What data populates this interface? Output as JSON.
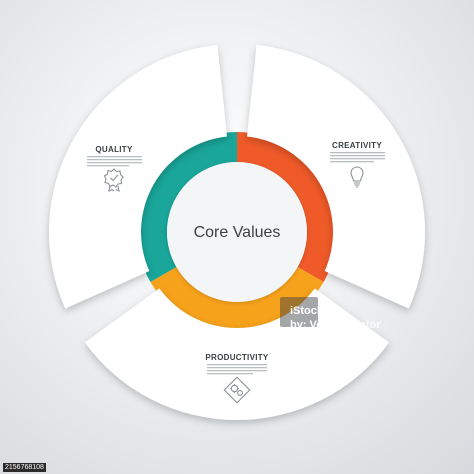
{
  "diagram": {
    "center_label": "Core Values",
    "segments": [
      {
        "id": "creativity",
        "title": "CREATIVITY",
        "icon": "lightbulb-icon",
        "color": "#f05a28"
      },
      {
        "id": "productivity",
        "title": "PRODUCTIVITY",
        "icon": "gears-icon",
        "color": "#f7a21b"
      },
      {
        "id": "quality",
        "title": "QUALITY",
        "icon": "quality-badge-icon",
        "color": "#1aa69a"
      }
    ]
  },
  "watermark": {
    "brand": "iStock",
    "credit": "by: Vectorcreator"
  },
  "stock_id": "2156768108"
}
